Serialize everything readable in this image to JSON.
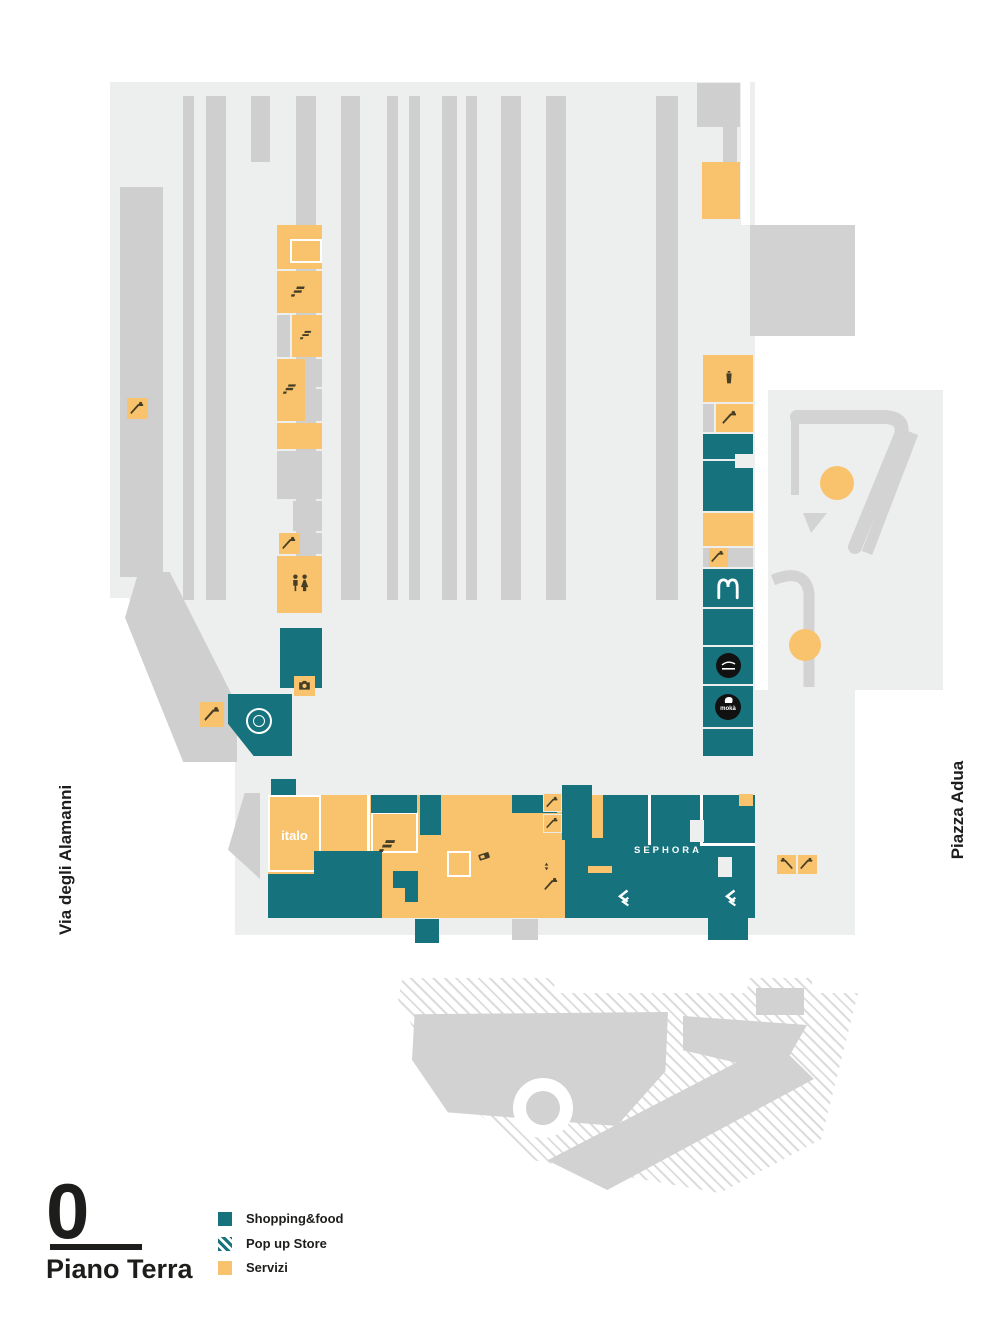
{
  "title_block": {
    "floor_number": "0",
    "floor_name": "Piano Terra"
  },
  "legend": {
    "items": [
      {
        "label": "Shopping&food",
        "type": "shopping",
        "color": "#16737D"
      },
      {
        "label": "Pop up Store",
        "type": "popup",
        "color": "#16737D"
      },
      {
        "label": "Servizi",
        "type": "servizi",
        "color": "#F9C36E"
      }
    ]
  },
  "streets": {
    "left": "Via degli Alamanni",
    "right": "Piazza Adua"
  },
  "labels": {
    "italo": "italo",
    "sephora": "SEPHORA",
    "moka": "mokà"
  },
  "colors": {
    "shopping_teal": "#16737D",
    "servizi_orange": "#F9C36E",
    "floor_gray": "#EDEEEE",
    "platform_gray": "#CFCFD0",
    "solid_gray": "#D2D2D2",
    "ink": "#1D1D1B",
    "icon_dark": "#473F25",
    "white": "#FFFFFF",
    "logo_black": "#111111"
  }
}
